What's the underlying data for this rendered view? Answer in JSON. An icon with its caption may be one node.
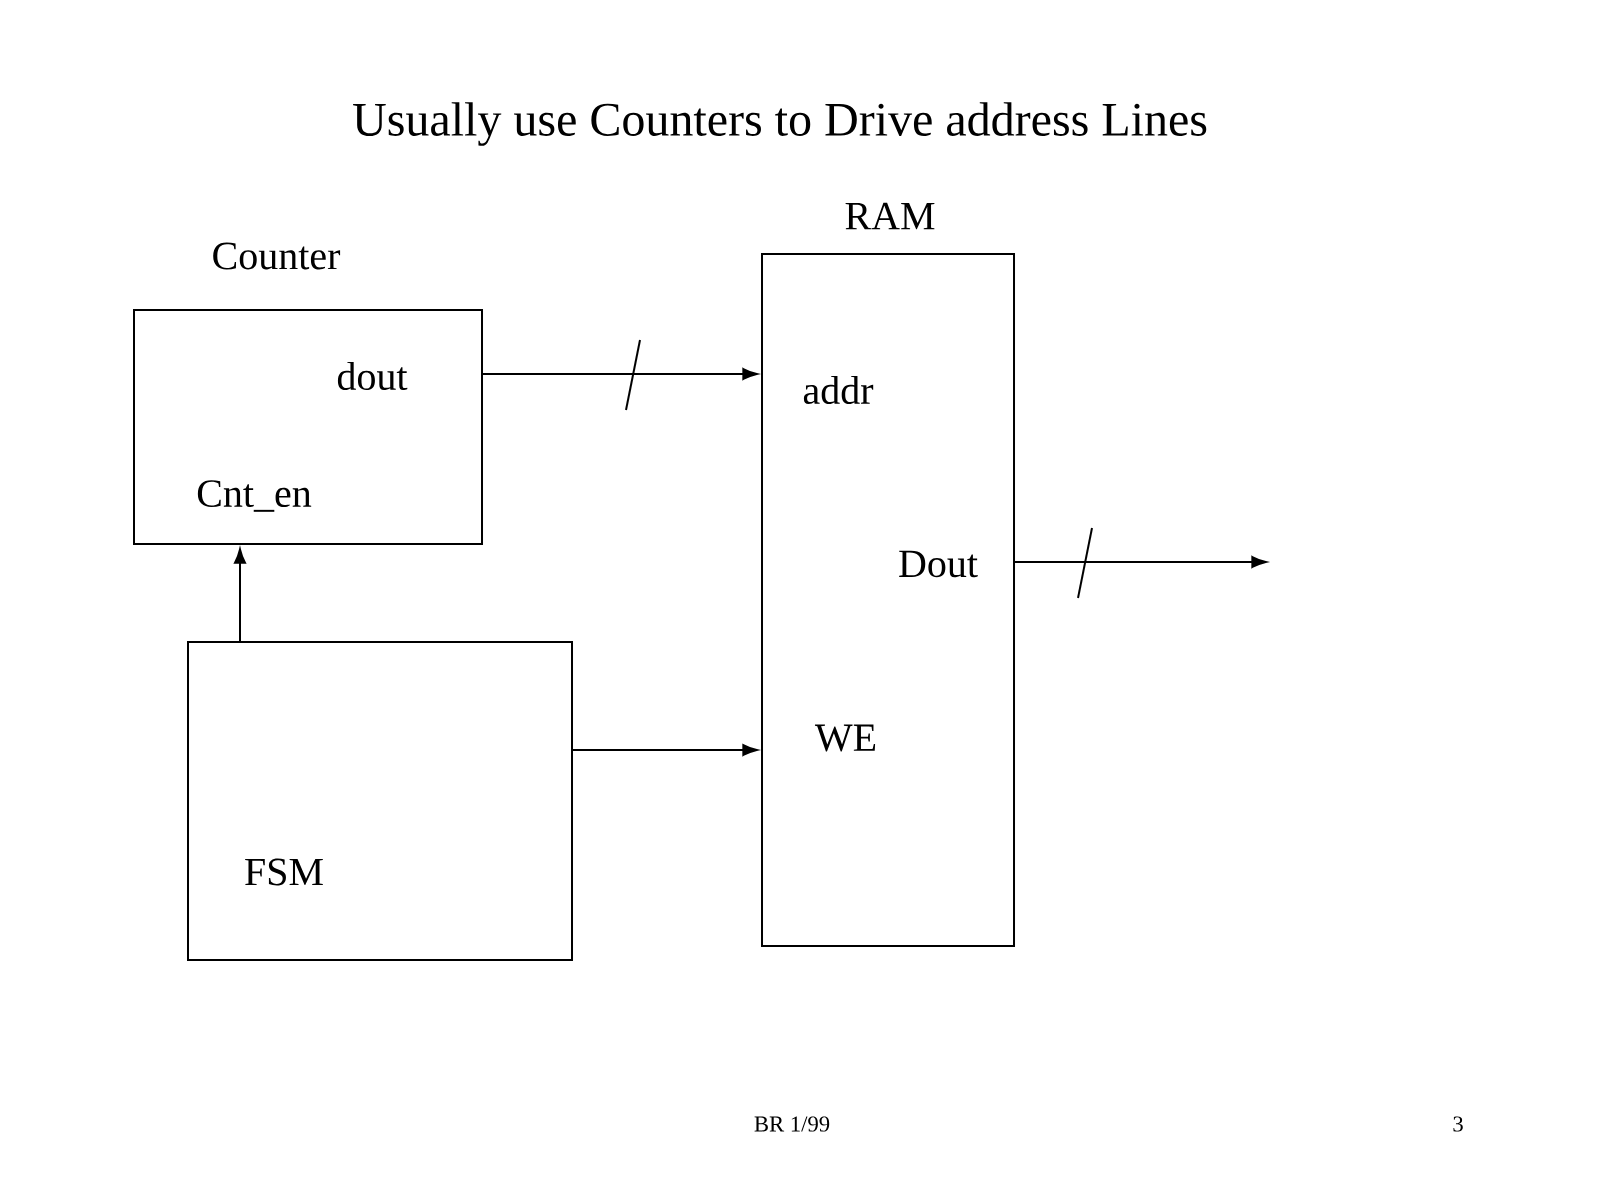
{
  "diagram": {
    "title": "Usually use Counters to Drive address Lines",
    "nodes": [
      {
        "text": [
          "Counter",
          "dout",
          "Cnt_en"
        ]
      },
      {
        "text": [
          "RAM",
          "addr",
          "Dout",
          "WE"
        ]
      },
      {
        "text": [
          "FSM"
        ]
      }
    ],
    "edges": [
      {
        "from": 0,
        "to": 1,
        "arrow": "to"
      },
      {
        "from": 2,
        "to": 0,
        "arrow": "to"
      },
      {
        "from": 2,
        "to": 1,
        "arrow": "to"
      },
      {
        "from": 1,
        "to": null,
        "arrow": "to"
      }
    ],
    "labels": [
      "BR 1/99",
      "3"
    ]
  }
}
